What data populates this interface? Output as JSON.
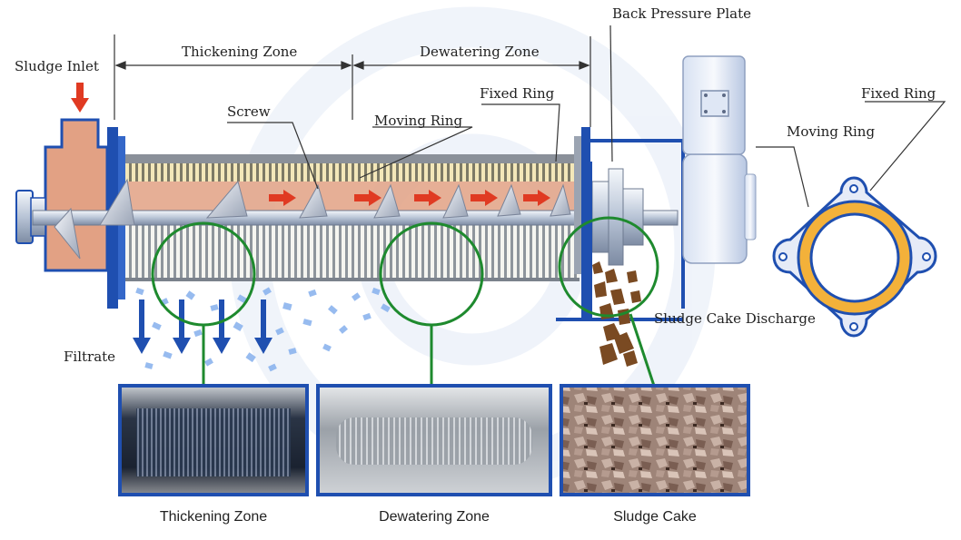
{
  "labels": {
    "sludge_inlet": "Sludge Inlet",
    "thickening_zone": "Thickening Zone",
    "dewatering_zone": "Dewatering Zone",
    "back_pressure_plate": "Back Pressure Plate",
    "fixed_ring_main": "Fixed Ring",
    "fixed_ring_side": "Fixed Ring",
    "screw": "Screw",
    "moving_ring_main": "Moving Ring",
    "moving_ring_side": "Moving Ring",
    "sludge_cake_discharge": "Sludge Cake Discharge",
    "filtrate": "Filtrate"
  },
  "captions": {
    "thickening": "Thickening Zone",
    "dewatering": "Dewatering Zone",
    "sludge_cake": "Sludge Cake"
  },
  "colors": {
    "frame_blue": "#1f4fb0",
    "sludge": "#e2a184",
    "arrow_red": "#e03a22",
    "callout_green": "#1e8a2e",
    "filtrate_blue": "#4a82d8",
    "cake_brown": "#7a4a22"
  }
}
